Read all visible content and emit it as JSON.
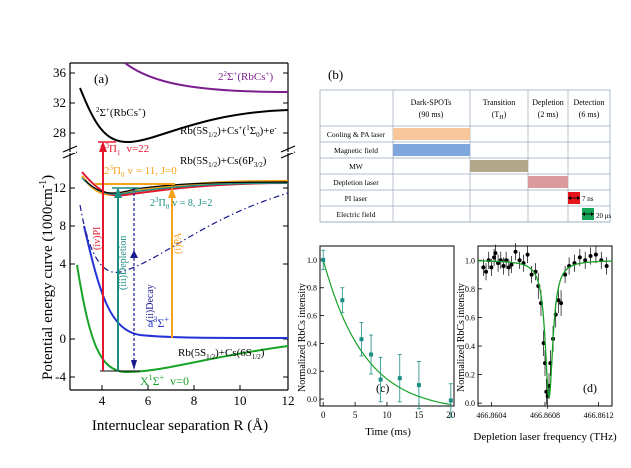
{
  "figure": {
    "panel_a": {
      "label": "(a)",
      "ylabel": "Potential energy curve (1000cm",
      "ylabel_sup": "-1",
      "ylabel_end": ")",
      "xlabel": "Internuclear separation R (Å)",
      "xticks": [
        "4",
        "6",
        "8",
        "10",
        "12"
      ],
      "yticks_upper": [
        "36",
        "32",
        "28"
      ],
      "yticks_lower": [
        "12",
        "8",
        "4",
        "0",
        "-4"
      ],
      "curve_labels": {
        "sig2": "2",
        "sig2_rest": "Σ",
        "sig2_sup": "+",
        "sig2_paren": "(RbCs",
        "sig2_paren_sup": "+",
        "sig2_close": ")",
        "sig1_pre": "2",
        "sig1_main": "Σ",
        "sig1_sup": "+",
        "sig1_paren": "(RbCs",
        "sig1_psup": "+",
        "sig1_close": ")",
        "ion_limit": "Rb(5S",
        "ion_limit_sub": "1/2",
        "ion_limit_mid": ")+Cs",
        "ion_limit_sup": "+",
        "ion_limit_paren": "(",
        "ion_limit_sup2": "1",
        "ion_limit_sig": "Σ",
        "ion_limit_sub2": "0",
        "ion_limit_end": ")+e",
        "ion_limit_sup3": "-",
        "pi1": "2",
        "pi1_sup": "3",
        "pi1_main": "Π",
        "pi1_sub": "1",
        "pi1_v": "v=22",
        "p_limit": "Rb(5S",
        "p_limit_sub": "1/2",
        "p_limit_mid": ")+Cs(6P",
        "p_limit_sub2": "3/2",
        "p_limit_end": ")",
        "pi0_minus": "2",
        "pi0_minus_sup": "3",
        "pi0_minus_main": "Π",
        "pi0_minus_sub": "0",
        "pi0_minus_rest": "v = 11, J=0",
        "pi0_plus": "2",
        "pi0_plus_sup": "3",
        "pi0_plus_main": "Π",
        "pi0_plus_sub": "0",
        "pi0_plus_rest": "v = 8, J=2",
        "a_state": "a",
        "a_state_sup": "3",
        "a_state_main": "Σ",
        "a_state_sup2": "+",
        "s_limit": "Rb(5S",
        "s_limit_sub": "1/2",
        "s_limit_mid": ")+Cs(6S",
        "s_limit_sub2": "1/2",
        "s_limit_end": ")",
        "x_state": "X",
        "x_state_sup": "1",
        "x_state_main": "Σ",
        "x_state_sup2": "+",
        "x_state_v": "v=0"
      },
      "arrows": {
        "pi": "(iv)PI",
        "depletion": "(iii)Depletion",
        "decay": "(ii)Decay",
        "pa": "(i)PA"
      },
      "colors": {
        "purple": "#7b1f8f",
        "black": "#000000",
        "red": "#e3182f",
        "orange": "#f5a21b",
        "teal": "#1b8e83",
        "blue": "#2433d6",
        "darkblue": "#1a1a8f",
        "green": "#17a326"
      }
    },
    "panel_b": {
      "label": "(b)",
      "columns": [
        {
          "title": "Dark-SPOTs",
          "duration": "(90 ms)"
        },
        {
          "title": "Transition",
          "duration": "(T",
          "duration_sub": "H",
          "duration_end": ")"
        },
        {
          "title": "Depletion",
          "duration": "(2 ms)"
        },
        {
          "title": "Detection",
          "duration": "(6 ms)"
        }
      ],
      "rows": [
        "Cooling & PA laser",
        "Magnetic field",
        "MW",
        "Depletion laser",
        "PI laser",
        "Electric field"
      ],
      "pulse_labels": {
        "pi": "7 ns",
        "electric": "20 μs"
      },
      "colors": {
        "cooling": "#f8c69b",
        "magnetic": "#7fa6dd",
        "mw": "#b3a78b",
        "depletion": "#d99a9d",
        "pi": "#e8141c",
        "electric": "#15a556"
      }
    },
    "panel_c": {
      "label": "(c)",
      "ylabel": "Normalized RbCs intensity",
      "xlabel": "Time (ms)",
      "xticks": [
        "0",
        "5",
        "10",
        "15",
        "20"
      ],
      "yticks": [
        "1.0",
        "0.8",
        "0.6",
        "0.4",
        "0.2",
        "0.0"
      ],
      "color": "#1b8e83",
      "chart_data": {
        "type": "scatter",
        "x": [
          0,
          3,
          6,
          7.5,
          9,
          12,
          15,
          20
        ],
        "y": [
          1.0,
          0.71,
          0.43,
          0.32,
          0.14,
          0.15,
          0.1,
          -0.01
        ],
        "err": [
          0.07,
          0.09,
          0.12,
          0.14,
          0.16,
          0.17,
          0.17,
          0.12
        ],
        "fit": "exponential decay",
        "xlim": [
          -0.5,
          20.5
        ],
        "ylim": [
          -0.05,
          1.1
        ]
      }
    },
    "panel_d": {
      "label": "(d)",
      "ylabel": "Normalized RbCs intensity",
      "xlabel": "Depletion laser frequency (THz)",
      "xticks": [
        "466.8604",
        "466.8608",
        "466.8612"
      ],
      "yticks": [
        "1.0",
        "0.8",
        "0.6",
        "0.4",
        "0.2",
        "0.0"
      ],
      "chart_data": {
        "type": "scatter",
        "x": [
          466.86034,
          466.86036,
          466.86038,
          466.8604,
          466.86042,
          466.86043,
          466.86045,
          466.86047,
          466.86049,
          466.86051,
          466.86053,
          466.86055,
          466.86058,
          466.86061,
          466.86064,
          466.86067,
          466.8607,
          466.86073,
          466.86075,
          466.86077,
          466.86079,
          466.8608,
          466.86081,
          466.86082,
          466.86083,
          466.86084,
          466.86086,
          466.86088,
          466.8609,
          466.86092,
          466.86095,
          466.86098,
          466.86102,
          466.86106,
          466.8611,
          466.86114,
          466.86118,
          466.86122,
          466.86126
        ],
        "y": [
          0.95,
          0.92,
          1.0,
          0.95,
          1.02,
          1.05,
          0.98,
          1.0,
          0.96,
          1.0,
          0.95,
          0.97,
          1.06,
          1.0,
          0.98,
          1.04,
          0.9,
          0.92,
          0.82,
          0.7,
          0.42,
          0.28,
          0.08,
          0.05,
          0.12,
          0.28,
          0.45,
          0.62,
          0.72,
          0.7,
          0.9,
          0.96,
          0.98,
          1.02,
          1.0,
          1.03,
          1.04,
          1.0,
          0.96
        ],
        "fit": "Lorentzian dip",
        "xlim": [
          466.8603,
          466.8613
        ],
        "ylim": [
          -0.02,
          1.1
        ],
        "fit_color": "#16a226"
      }
    }
  }
}
